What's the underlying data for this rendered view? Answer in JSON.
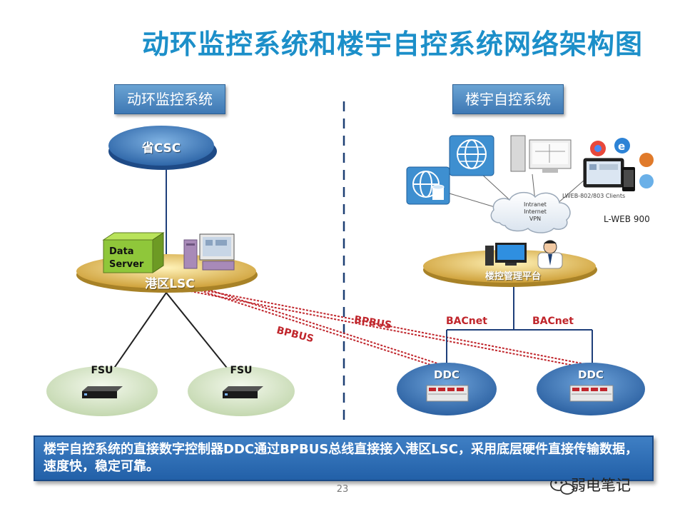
{
  "title": "动环监控系统和楼宇自控系统网络架构图",
  "sections": {
    "left": "动环监控系统",
    "right": "楼宇自控系统"
  },
  "left_nodes": {
    "csc": "省CSC",
    "lsc": "港区LSC",
    "data_server": "Data Server",
    "fsu_1": "FSU",
    "fsu_2": "FSU"
  },
  "right_nodes": {
    "platform": "楼控管理平台",
    "cloud_lines": [
      "Intranet",
      "Internet",
      "VPN"
    ],
    "lweb_clients": "LWEB-802/803 Clients",
    "lweb": "L-WEB 900",
    "ddc_1": "DDC",
    "ddc_2": "DDC"
  },
  "links": {
    "bacnet_1": "BACnet",
    "bacnet_2": "BACnet",
    "bpbus_1": "BPBUS",
    "bpbus_2": "BPBUS"
  },
  "caption": "楼宇自控系统的直接数字控制器DDC通过BPBUS总线直接接入港区LSC，采用底层硬件直接传输数据，速度快，稳定可靠。",
  "page_number": "23",
  "watermark": "弱电笔记",
  "icons": [
    "globe-icon",
    "database-icon",
    "server-icon",
    "monitor-icon",
    "browser-icon",
    "tablet-icon",
    "phone-icon",
    "cloud-icon",
    "person-icon",
    "wechat-icon",
    "fsu-device-icon",
    "ddc-controller-icon"
  ],
  "colors": {
    "title": "#1c8fc9",
    "section_label": "#3e78b4",
    "caption_bg": "#2a6ab4",
    "bpbus_line": "#c0262c",
    "csc_disc": "#4a86c6",
    "lsc_disc": "#e6c15a",
    "fsu_disc": "#d8e7c8",
    "ddc_disc": "#3a74b8"
  }
}
